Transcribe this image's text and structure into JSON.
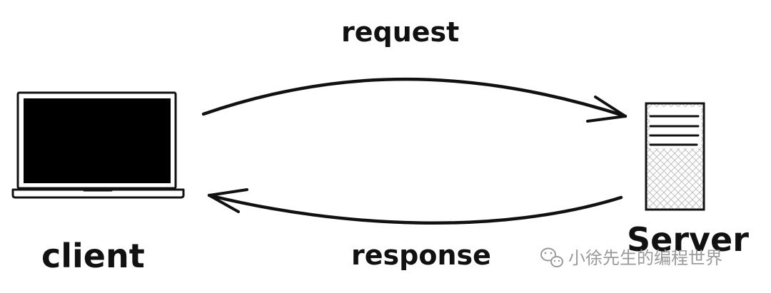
{
  "labels": {
    "request": "request",
    "response": "response",
    "client": "client",
    "server": "Server"
  },
  "watermark": {
    "text": "小徐先生的编程世界",
    "icon": "wechat-icon"
  },
  "colors": {
    "ink": "#111111",
    "screen": "#000000",
    "watermark": "#9a9a9a"
  },
  "icons": {
    "client": "laptop-icon",
    "server": "server-tower-icon"
  }
}
